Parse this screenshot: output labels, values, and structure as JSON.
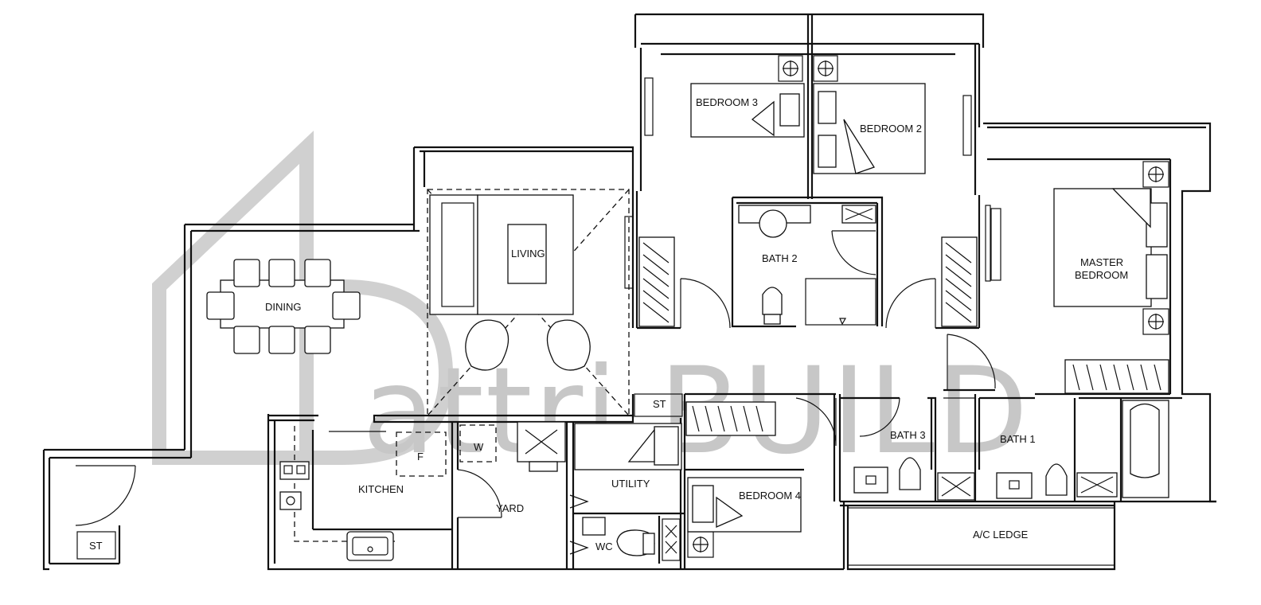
{
  "rooms": {
    "bedroom3": "BEDROOM 3",
    "bedroom2": "BEDROOM 2",
    "master_line1": "MASTER",
    "master_line2": "BEDROOM",
    "living": "LIVING",
    "dining": "DINING",
    "bath2": "BATH 2",
    "bath3": "BATH 3",
    "bath1": "BATH 1",
    "kitchen": "KITCHEN",
    "yard": "YARD",
    "utility": "UTILITY",
    "bedroom4": "BEDROOM 4",
    "wc": "WC",
    "ac_ledge": "A/C LEDGE",
    "st_store": "ST",
    "st_entry": "ST",
    "fridge": "F",
    "washer": "W"
  },
  "watermark": {
    "text": "attri.BUILD",
    "color": "#c7c7c7"
  }
}
